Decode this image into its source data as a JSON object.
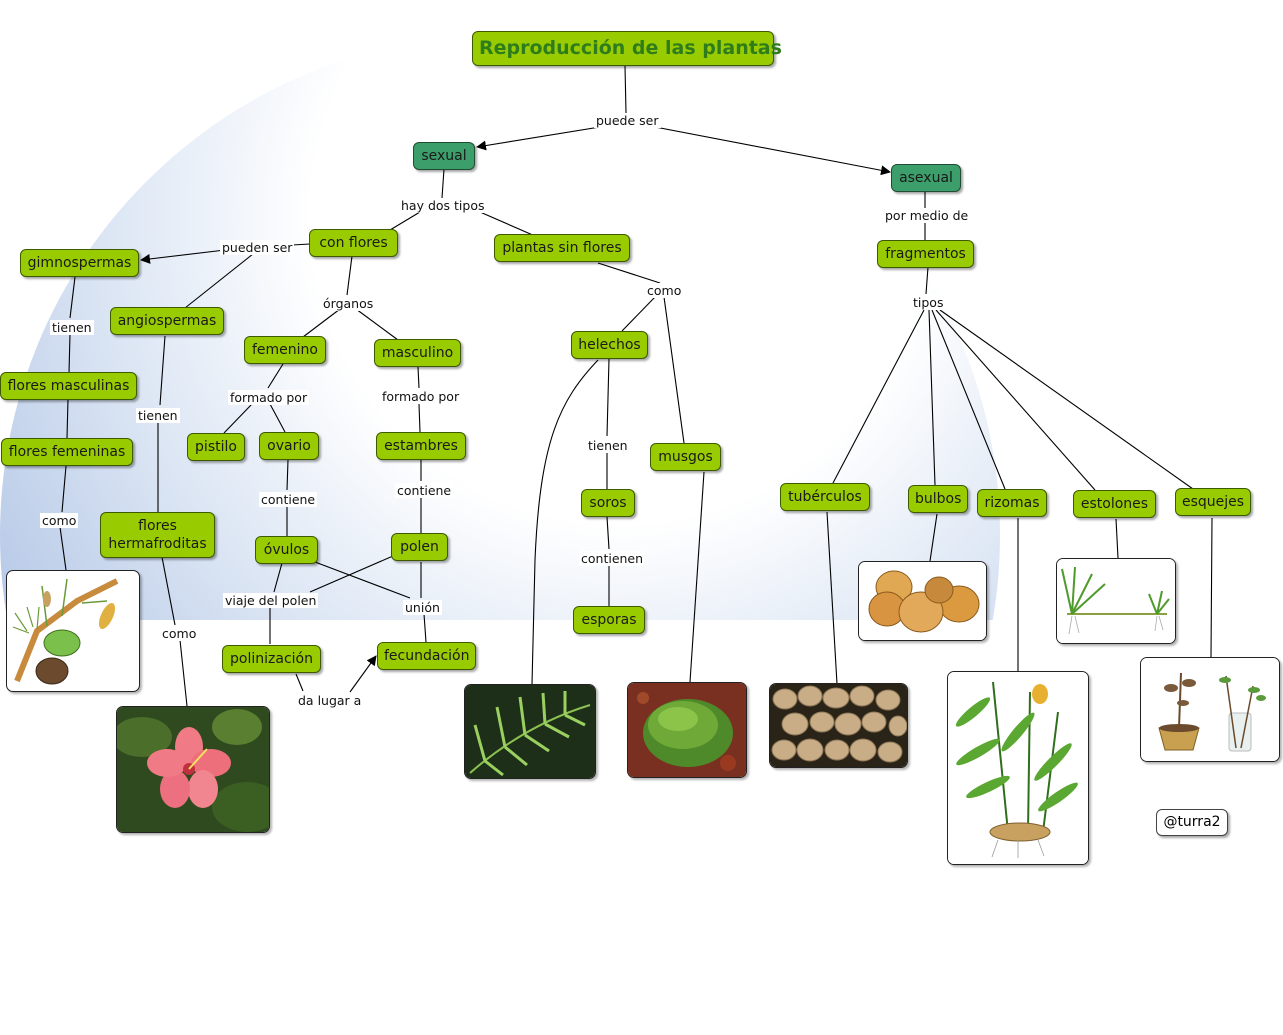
{
  "title": "Reproducción de las plantas",
  "nodes": {
    "sexual": "sexual",
    "asexual": "asexual",
    "con_flores": "con flores",
    "plantas_sin_flores": "plantas sin flores",
    "gimnospermas": "gimnospermas",
    "angiospermas": "angiospermas",
    "femenino": "femenino",
    "masculino": "masculino",
    "pistilo": "pistilo",
    "ovario": "ovario",
    "estambres": "estambres",
    "ovulos": "óvulos",
    "polen": "polen",
    "polinizacion": "polinización",
    "fecundacion": "fecundación",
    "flores_masculinas": "flores masculinas",
    "flores_femeninas": "flores femeninas",
    "flores_hermafroditas": "flores hermafroditas",
    "helechos": "helechos",
    "musgos": "musgos",
    "soros": "soros",
    "esporas": "esporas",
    "fragmentos": "fragmentos",
    "tuberculos": "tubérculos",
    "bulbos": "bulbos",
    "rizomas": "rizomas",
    "estolones": "estolones",
    "esquejes": "esquejes"
  },
  "links": {
    "puede_ser": "puede ser",
    "hay_dos_tipos": "hay dos tipos",
    "por_medio_de": "por medio de",
    "pueden_ser": "pueden ser",
    "organos": "órganos",
    "como_sin_flores": "como",
    "tipos": "tipos",
    "tienen_gimno": "tienen",
    "tienen_angio": "tienen",
    "formado_por_fem": "formado por",
    "formado_por_masc": "formado por",
    "tienen_helechos": "tienen",
    "contiene_ovario": "contiene",
    "contiene_estambres": "contiene",
    "contienen_soros": "contienen",
    "como_gimno": "como",
    "como_angio": "como",
    "viaje_del_polen": "viaje del polen",
    "union": "unión",
    "da_lugar_a": "da lugar a"
  },
  "credit": "@turra2",
  "colors": {
    "node_fill": "#99cc00",
    "node_teal": "#3c9e6a",
    "title_text": "#2e7d1a",
    "background_arc": "#a9bfe3"
  }
}
